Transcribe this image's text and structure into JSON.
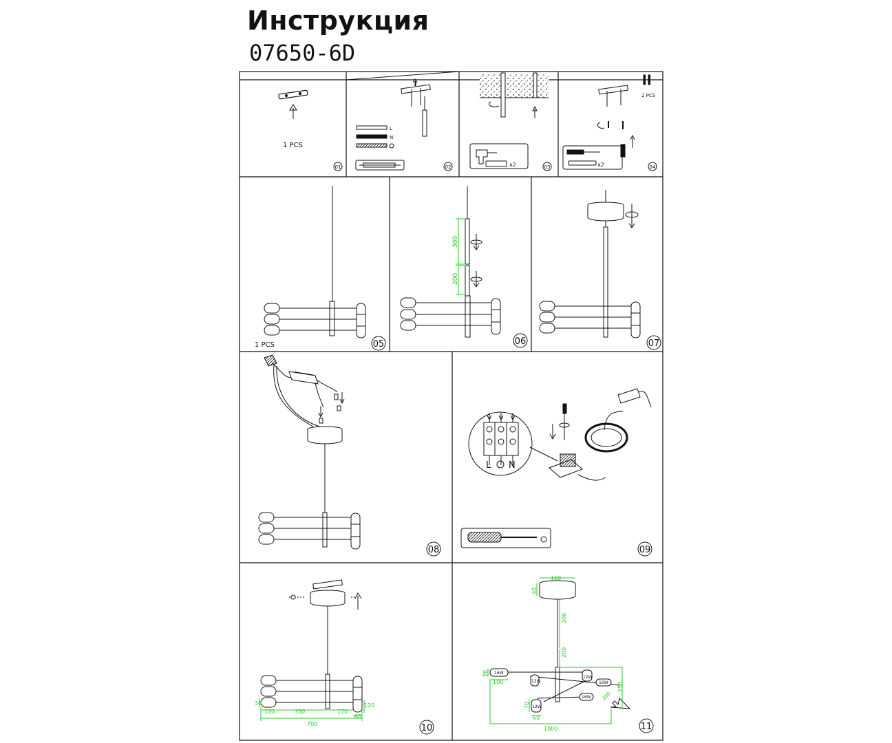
{
  "header": {
    "title": "Инструкция",
    "model": "07650-6D"
  },
  "colors": {
    "line": "#111111",
    "dimension": "#22cc22"
  },
  "steps": {
    "s01": {
      "num": "01",
      "qty": "1 PCS"
    },
    "s02": {
      "num": "02",
      "wire_l": "L",
      "wire_n": "N"
    },
    "s03": {
      "num": "03",
      "count": "x2"
    },
    "s04": {
      "num": "04",
      "qty": "2 PCS",
      "count": "x2"
    },
    "s05": {
      "num": "05",
      "qty": "1 PCS"
    },
    "s06": {
      "num": "06",
      "dim_a": "300",
      "dim_b": "200"
    },
    "s07": {
      "num": "07"
    },
    "s08": {
      "num": "08"
    },
    "s09": {
      "num": "09",
      "term_l": "L",
      "term_n": "N"
    },
    "s10": {
      "num": "10",
      "dims": [
        "30",
        "100",
        "350",
        "170",
        "120",
        "60",
        "700"
      ]
    },
    "s11": {
      "num": "11",
      "dims": [
        "160",
        "40",
        "300",
        "200",
        "250",
        "1000",
        "100",
        "20",
        "70",
        "60",
        "200"
      ],
      "watts": [
        "16W",
        "12W",
        "12W",
        "16W",
        "16W",
        "12W"
      ]
    }
  }
}
